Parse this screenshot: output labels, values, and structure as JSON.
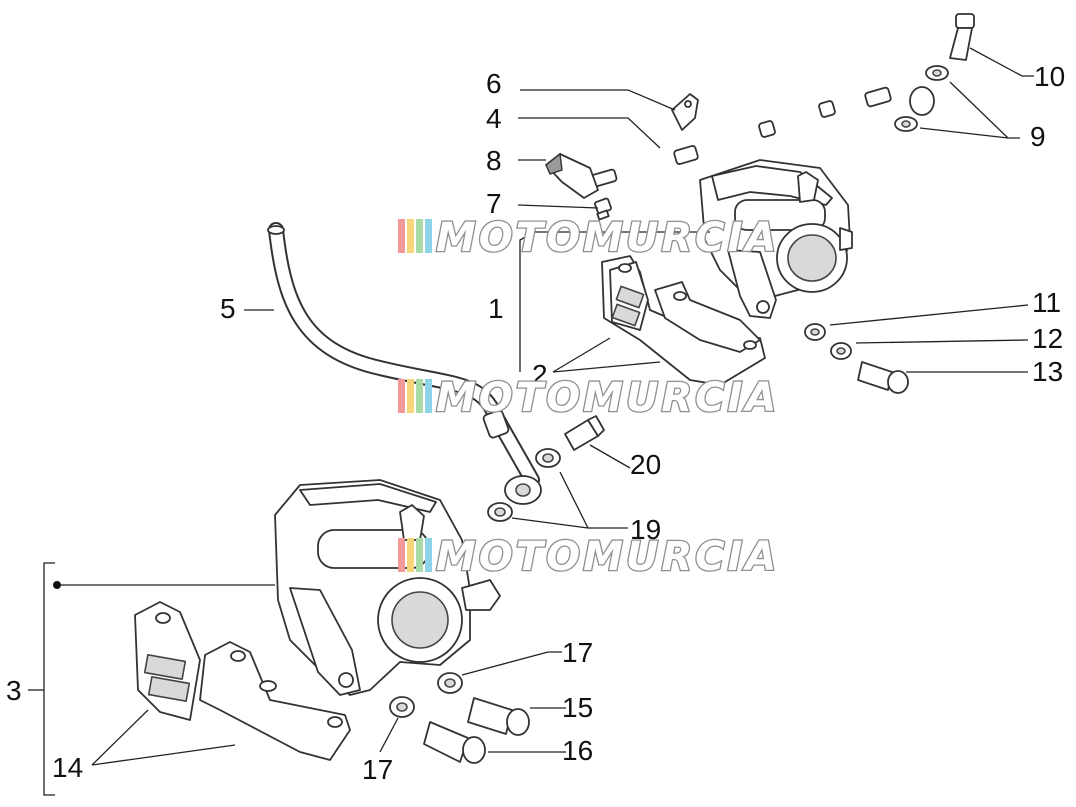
{
  "watermark": {
    "text": "MOTOMURCIA",
    "colors": [
      "#f29a9a",
      "#f5d77a",
      "#a8dba8",
      "#8fd3e8"
    ]
  },
  "callouts": {
    "c1": "1",
    "c2": "2",
    "c3": "3",
    "c4": "4",
    "c5": "5",
    "c6": "6",
    "c7": "7",
    "c8": "8",
    "c9": "9",
    "c10": "10",
    "c11": "11",
    "c12": "12",
    "c13": "13",
    "c14": "14",
    "c15": "15",
    "c16": "16",
    "c17a": "17",
    "c17b": "17",
    "c19": "19",
    "c20": "20"
  }
}
